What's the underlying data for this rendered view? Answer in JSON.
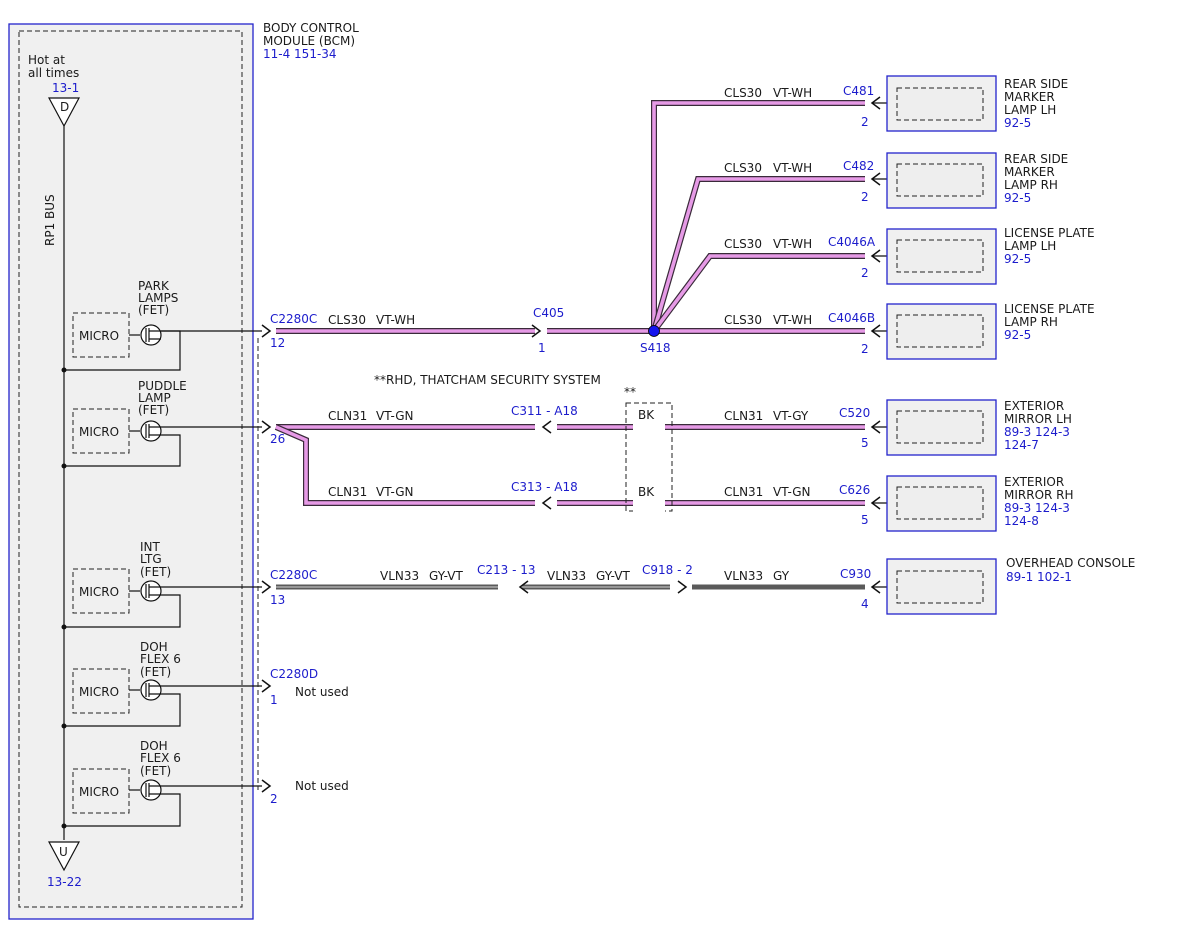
{
  "bcm": {
    "title_line1": "BODY CONTROL",
    "title_line2": "MODULE (BCM)",
    "refs": "11-4   151-34",
    "hot_line1": "Hot at",
    "hot_line2": "all times",
    "hot_ref": "13-1",
    "hot_letter": "D",
    "bus_label": "RP1 BUS",
    "ground_letter": "U",
    "ground_ref": "13-22",
    "micro_label": "MICRO",
    "outputs": [
      {
        "l1": "PARK",
        "l2": "LAMPS",
        "l3": "(FET)"
      },
      {
        "l1": "PUDDLE",
        "l2": "LAMP",
        "l3": "(FET)"
      },
      {
        "l1": "INT",
        "l2": "LTG",
        "l3": "(FET)"
      },
      {
        "l1": "DOH",
        "l2": "FLEX 6",
        "l3": "(FET)"
      },
      {
        "l1": "DOH",
        "l2": "FLEX 6",
        "l3": "(FET)"
      }
    ]
  },
  "connectors": {
    "c2280c_a": "C2280C",
    "c2280c_a_pin": "12",
    "c2280c_b_pin": "26",
    "c2280c_c": "C2280C",
    "c2280c_c_pin": "13",
    "c2280d": "C2280D",
    "c2280d_pin1": "1",
    "c2280d_pin2": "2",
    "c405": "C405",
    "c405_pin": "1",
    "s418": "S418",
    "c481": "C481",
    "c481_pin": "2",
    "c482": "C482",
    "c482_pin": "2",
    "c4046a": "C4046A",
    "c4046a_pin": "2",
    "c4046b": "C4046B",
    "c4046b_pin": "2",
    "c311": "C311 - A18",
    "c313": "C313 - A18",
    "c520": "C520",
    "c520_pin": "5",
    "c626": "C626",
    "c626_pin": "5",
    "c213": "C213 - 13",
    "c918": "C918 - 2",
    "c930": "C930",
    "c930_pin": "4"
  },
  "wires": {
    "cls30": "CLS30",
    "vt_wh": "VT-WH",
    "cln31": "CLN31",
    "vt_gn": "VT-GN",
    "vt_gy": "VT-GY",
    "vln33": "VLN33",
    "gy_vt": "GY-VT",
    "gy": "GY",
    "bk": "BK"
  },
  "notes": {
    "rhd": "**RHD, THATCHAM SECURITY SYSTEM",
    "stars": "**",
    "not_used": "Not used"
  },
  "components": [
    {
      "l1": "REAR SIDE",
      "l2": "MARKER",
      "l3": "LAMP LH",
      "ref1": "92-5",
      "ref2": ""
    },
    {
      "l1": "REAR SIDE",
      "l2": "MARKER",
      "l3": "LAMP RH",
      "ref1": "92-5",
      "ref2": ""
    },
    {
      "l1": "LICENSE PLATE",
      "l2": "LAMP LH",
      "l3": "",
      "ref1": "92-5",
      "ref2": ""
    },
    {
      "l1": "LICENSE PLATE",
      "l2": "LAMP RH",
      "l3": "",
      "ref1": "92-5",
      "ref2": ""
    },
    {
      "l1": "EXTERIOR",
      "l2": "MIRROR LH",
      "l3": "",
      "ref1": "89-3   124-3",
      "ref2": "124-7"
    },
    {
      "l1": "EXTERIOR",
      "l2": "MIRROR RH",
      "l3": "",
      "ref1": "89-3   124-3",
      "ref2": "124-8"
    },
    {
      "l1": "OVERHEAD CONSOLE",
      "l2": "",
      "l3": "",
      "ref1": "89-1   102-1",
      "ref2": ""
    }
  ],
  "colors": {
    "module_border": "#2424cc",
    "reference_text": "#1c1ccc",
    "wire_violet": "#e69ae6",
    "wire_gray": "#5a5a5a",
    "splice": "#1515ee"
  }
}
